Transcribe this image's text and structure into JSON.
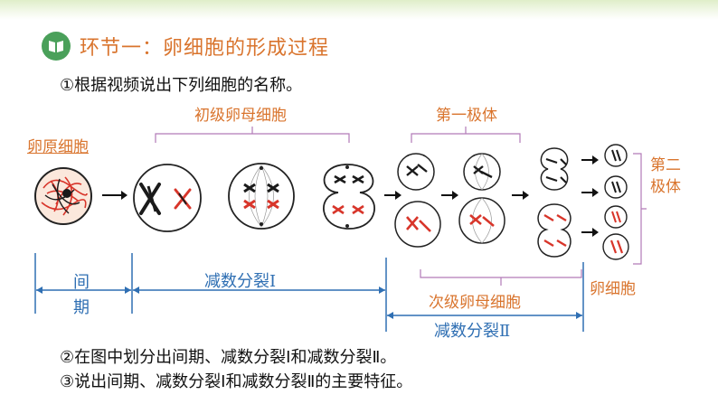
{
  "header": {
    "title": "环节一：卵细胞的形成过程",
    "icon": "book-icon",
    "accent_color": "#d9742d",
    "icon_color": "#4aa05a"
  },
  "questions": {
    "q1": "①根据视频说出下列细胞的名称。",
    "q2": "②在图中划分出间期、减数分裂Ⅰ和减数分裂Ⅱ。",
    "q3": "③说出间期、减数分裂Ⅰ和减数分裂Ⅱ的主要特征。"
  },
  "diagram": {
    "labels": {
      "oogonium": "卵原细胞",
      "primary_oocyte": "初级卵母细胞",
      "first_polar_body": "第一极体",
      "second_polar_body_line1": "第二",
      "second_polar_body_line2": "极体",
      "secondary_oocyte": "次级卵母细胞",
      "egg_cell": "卵细胞"
    },
    "phases": {
      "interphase_line1": "间",
      "interphase_line2": "期",
      "meiosis1": "减数分裂Ⅰ",
      "meiosis2": "减数分裂Ⅱ"
    },
    "colors": {
      "label": "#d9742d",
      "phase": "#2f6fb3",
      "bracket": "#b27ab8",
      "chrom_red": "#d8352a",
      "chrom_black": "#1a1a1a"
    }
  }
}
